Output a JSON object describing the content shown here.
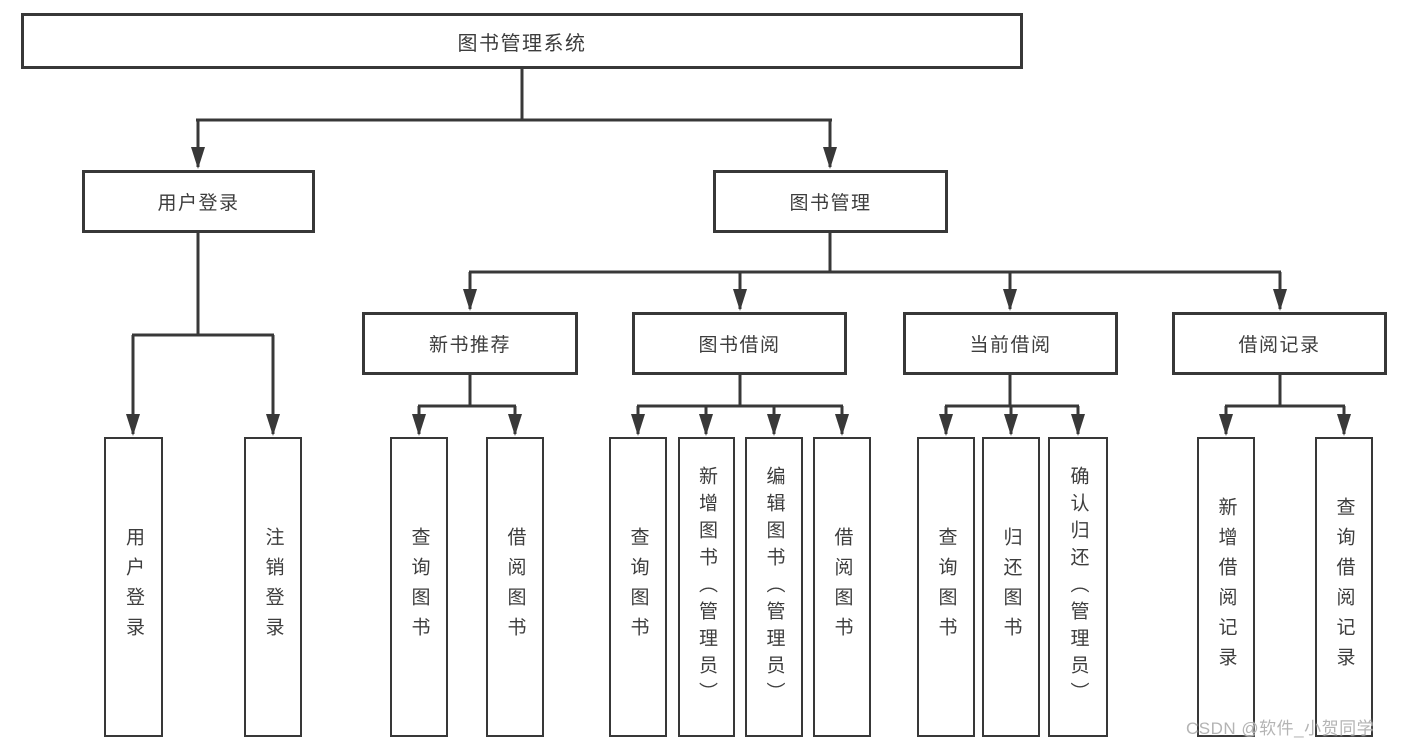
{
  "tree": {
    "root": {
      "label": "图书管理系统"
    },
    "branches": [
      {
        "label": "用户登录",
        "children": [
          {
            "label": "用户登录"
          },
          {
            "label": "注销登录"
          }
        ]
      },
      {
        "label": "图书管理",
        "children": [
          {
            "label": "新书推荐",
            "children": [
              {
                "label": "查询图书"
              },
              {
                "label": "借阅图书"
              }
            ]
          },
          {
            "label": "图书借阅",
            "children": [
              {
                "label": "查询图书"
              },
              {
                "label": "新增图书（管理员）"
              },
              {
                "label": "编辑图书（管理员）"
              },
              {
                "label": "借阅图书"
              }
            ]
          },
          {
            "label": "当前借阅",
            "children": [
              {
                "label": "查询图书"
              },
              {
                "label": "归还图书"
              },
              {
                "label": "确认归还（管理员）"
              }
            ]
          },
          {
            "label": "借阅记录",
            "children": [
              {
                "label": "新增借阅记录"
              },
              {
                "label": "查询借阅记录"
              }
            ]
          }
        ]
      }
    ]
  },
  "watermark": {
    "text": "CSDN @软件_小贺同学"
  },
  "colors": {
    "line": "#383838",
    "box_border": "#383838",
    "text": "#3d3d3d",
    "watermark": "#b4b4b4",
    "background": "#ffffff"
  }
}
